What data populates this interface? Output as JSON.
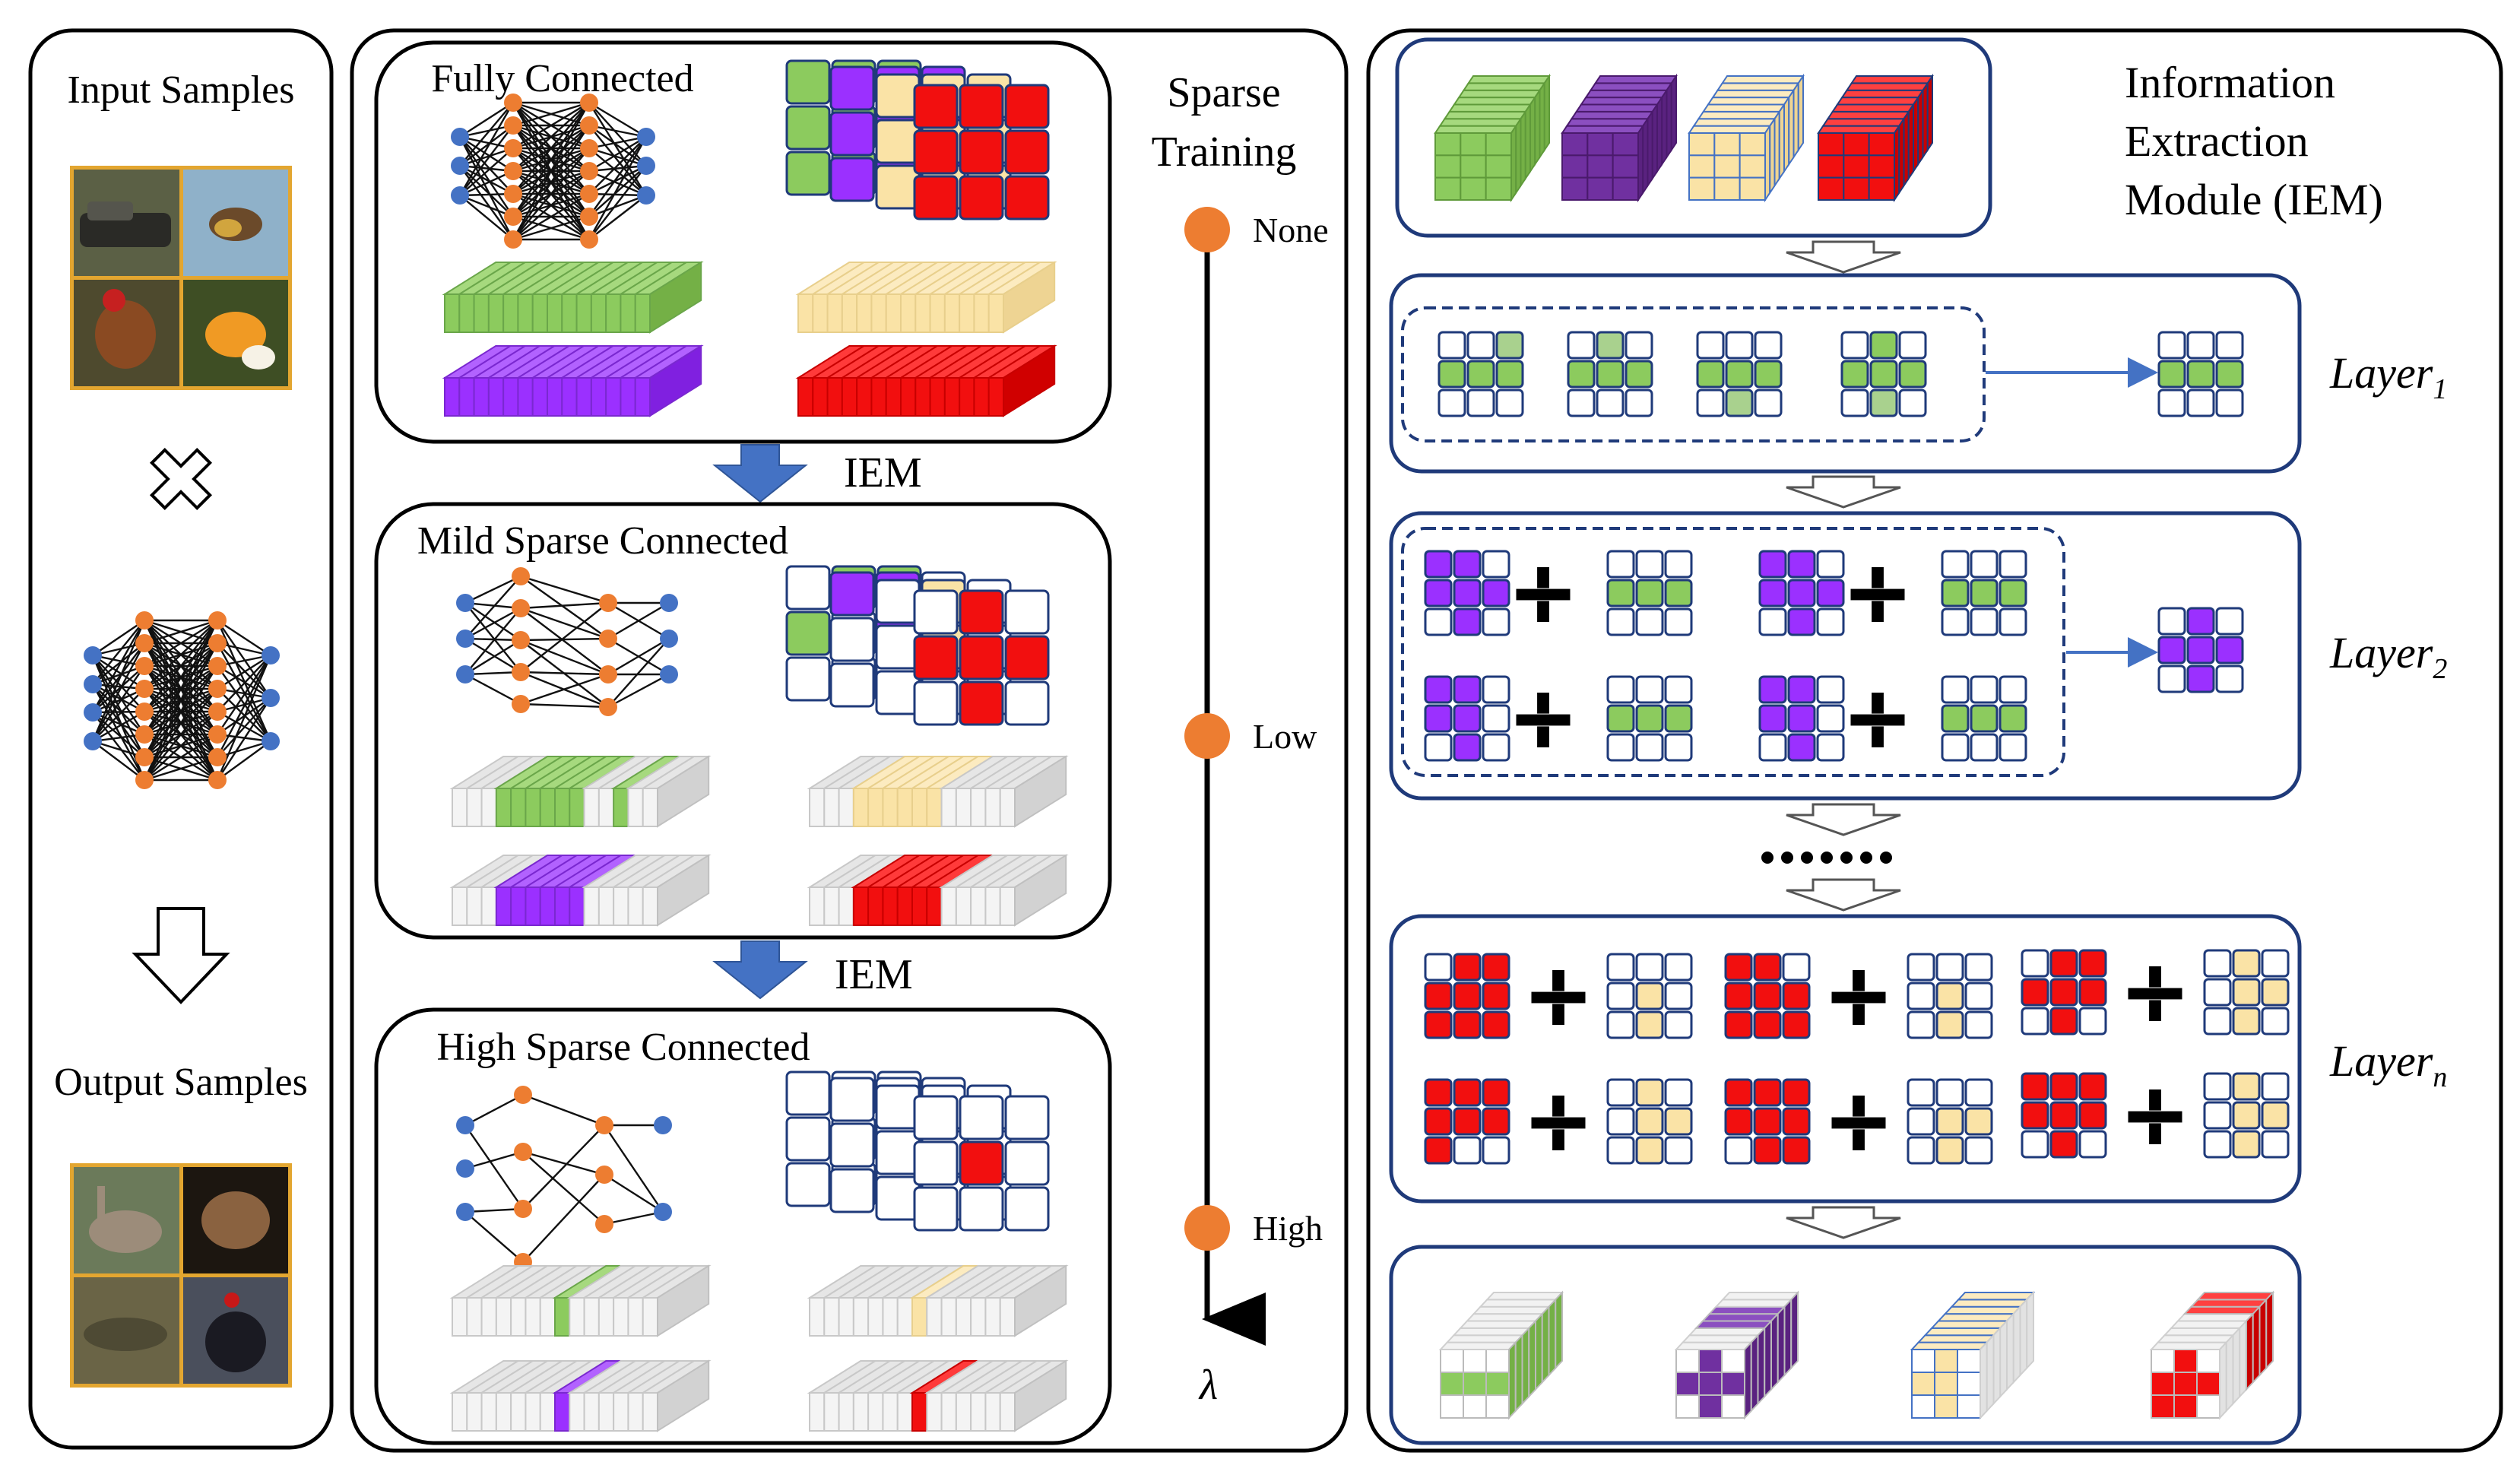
{
  "input_panel": {
    "input_label": "Input Samples",
    "output_label": "Output Samples"
  },
  "middle_panel": {
    "fully_label": "Fully Connected",
    "mild_label": "Mild Sparse Connected",
    "high_label": "High Sparse Connected",
    "iem_arrow_label": "IEM",
    "sparse_title_line1": "Sparse",
    "sparse_title_line2": "Training",
    "levels": [
      "None",
      "Low",
      "High"
    ],
    "axis_symbol": "λ"
  },
  "right_panel": {
    "title_lines": [
      "Information",
      "Extraction",
      "Module (IEM)"
    ],
    "layer1_label": "Layer",
    "layer1_sub": "1",
    "layer2_label": "Layer",
    "layer2_sub": "2",
    "layern_label": "Layer",
    "layern_sub": "n"
  },
  "colors": {
    "green": "#8CCB5E",
    "purple": "#9B30FF",
    "yellow": "#FAE3A6",
    "red": "#F20F0F",
    "node_blue": "#4472C4",
    "node_orange": "#ED7D31",
    "arrow_blue": "#4472C4",
    "frame_navy": "#1F3A7A",
    "light_green": "#A9D18E"
  }
}
